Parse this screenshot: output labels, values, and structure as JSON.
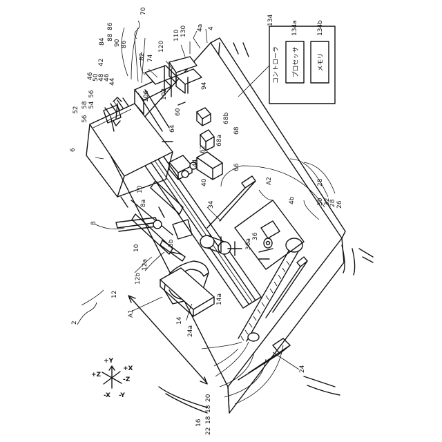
{
  "figure_number": "2",
  "controller": {
    "ref": "134",
    "title": "コントローラ",
    "processor": {
      "ref": "134a",
      "label": "プロセッサ"
    },
    "memory": {
      "ref": "134b",
      "label": "メモリ"
    }
  },
  "axes": {
    "plus_z": "+Z",
    "minus_z": "-Z",
    "plus_y": "+Y",
    "minus_y": "-Y",
    "plus_x": "+X",
    "minus_x": "-X"
  },
  "refs": {
    "r4": "4",
    "r4a": "4a",
    "r4b": "4b",
    "r6": "6",
    "r8": "8",
    "r8a": "8a",
    "r8b": "8b",
    "r10a": "10",
    "r10b": "10",
    "r12": "12",
    "r12a": "12a",
    "r12b": "12b",
    "r14": "14",
    "r14a": "14a",
    "r16": "16",
    "r24": "24",
    "r24a": "24a",
    "r26": "26",
    "r34": "34",
    "r36": "36",
    "r36a": "36a",
    "r40": "40",
    "r42": "42",
    "r44": "44",
    "r52": "52",
    "r56a": "56",
    "r58": "58",
    "r54": "54",
    "r56b": "56",
    "r60": "60",
    "r62": "62",
    "r64": "64",
    "r66": "66",
    "r68": "68",
    "r68a": "68a",
    "r68b": "68b",
    "r70": "70",
    "r74": "74",
    "r82": "82",
    "r84": "84",
    "r94": "94",
    "r102": "102",
    "r106": "106",
    "r110": "110",
    "r120": "120",
    "r130": "130",
    "rA1": "A1",
    "rA2": "A2",
    "rc1": "46",
    "rc2": "50",
    "rc3": "48",
    "rc4": "46",
    "rt1": "86",
    "rt2": "88",
    "rt3": "90",
    "rt4": "86",
    "rb1": "22",
    "rb2": "18",
    "rb3": "18",
    "rb4": "20",
    "rr1": "28",
    "rr2": "30",
    "rr3": "32",
    "rr4": "28"
  }
}
